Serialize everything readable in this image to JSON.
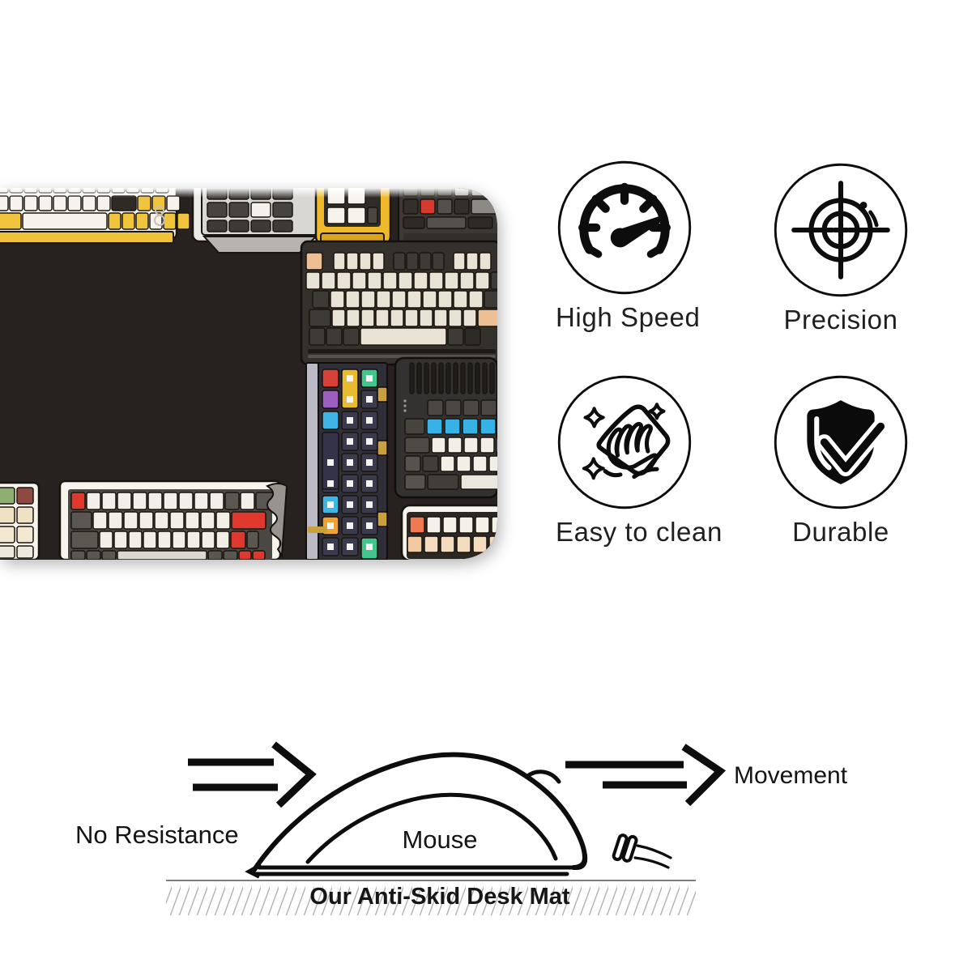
{
  "product": {
    "image_description": "Black desk mat printed with illustrated retro mechanical keyboards",
    "mat_background": "#272120",
    "accent_colors": {
      "yellow": "#eeba2c",
      "red": "#df392d",
      "cyan": "#38b2e4",
      "green": "#41c78e",
      "purple": "#9a5fc0",
      "orange": "#ef7a52",
      "cream": "#e9e3d5"
    }
  },
  "features": [
    {
      "id": "high-speed",
      "label": "High Speed",
      "icon": "speedometer-icon"
    },
    {
      "id": "precision",
      "label": "Precision",
      "icon": "crosshair-target-icon"
    },
    {
      "id": "easy-to-clean",
      "label": "Easy to clean",
      "icon": "wiping-hand-icon"
    },
    {
      "id": "durable",
      "label": "Durable",
      "icon": "shield-check-icon"
    }
  ],
  "diagram": {
    "no_resistance_label": "No Resistance",
    "mouse_label": "Mouse",
    "movement_label": "Movement",
    "caption": "Our Anti-Skid Desk Mat"
  }
}
